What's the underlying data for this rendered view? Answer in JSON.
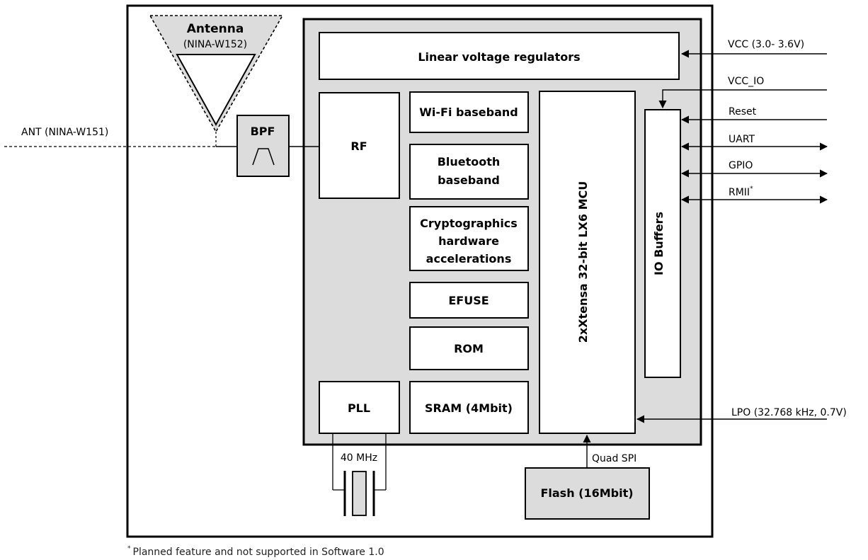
{
  "module": {
    "antenna": {
      "title": "Antenna",
      "subtitle": "(NINA-W152)"
    },
    "bpf": "BPF",
    "ant_external": "ANT (NINA-W151)"
  },
  "chip": {
    "regulators": "Linear voltage regulators",
    "rf": "RF",
    "wifi": "Wi-Fi baseband",
    "bluetooth": [
      "Bluetooth",
      "baseband"
    ],
    "crypto": [
      "Cryptographics",
      "hardware",
      "accelerations"
    ],
    "efuse": "EFUSE",
    "rom": "ROM",
    "sram": "SRAM (4Mbit)",
    "pll": "PLL",
    "mcu": "2xXtensa 32-bit LX6 MCU",
    "io_buffers": "IO Buffers"
  },
  "external": {
    "crystal": "40 MHz",
    "flash": "Flash (16Mbit)",
    "quad_spi": "Quad SPI"
  },
  "signals": {
    "vcc": "VCC (3.0- 3.6V)",
    "vcc_io": "VCC_IO",
    "reset": "Reset",
    "uart": "UART",
    "gpio": "GPIO",
    "rmii": "RMII",
    "rmii_mark": "*",
    "lpo": "LPO (32.768 kHz, 0.7V)"
  },
  "footnote": {
    "mark": "*",
    "text": "Planned feature and not supported in Software 1.0"
  }
}
